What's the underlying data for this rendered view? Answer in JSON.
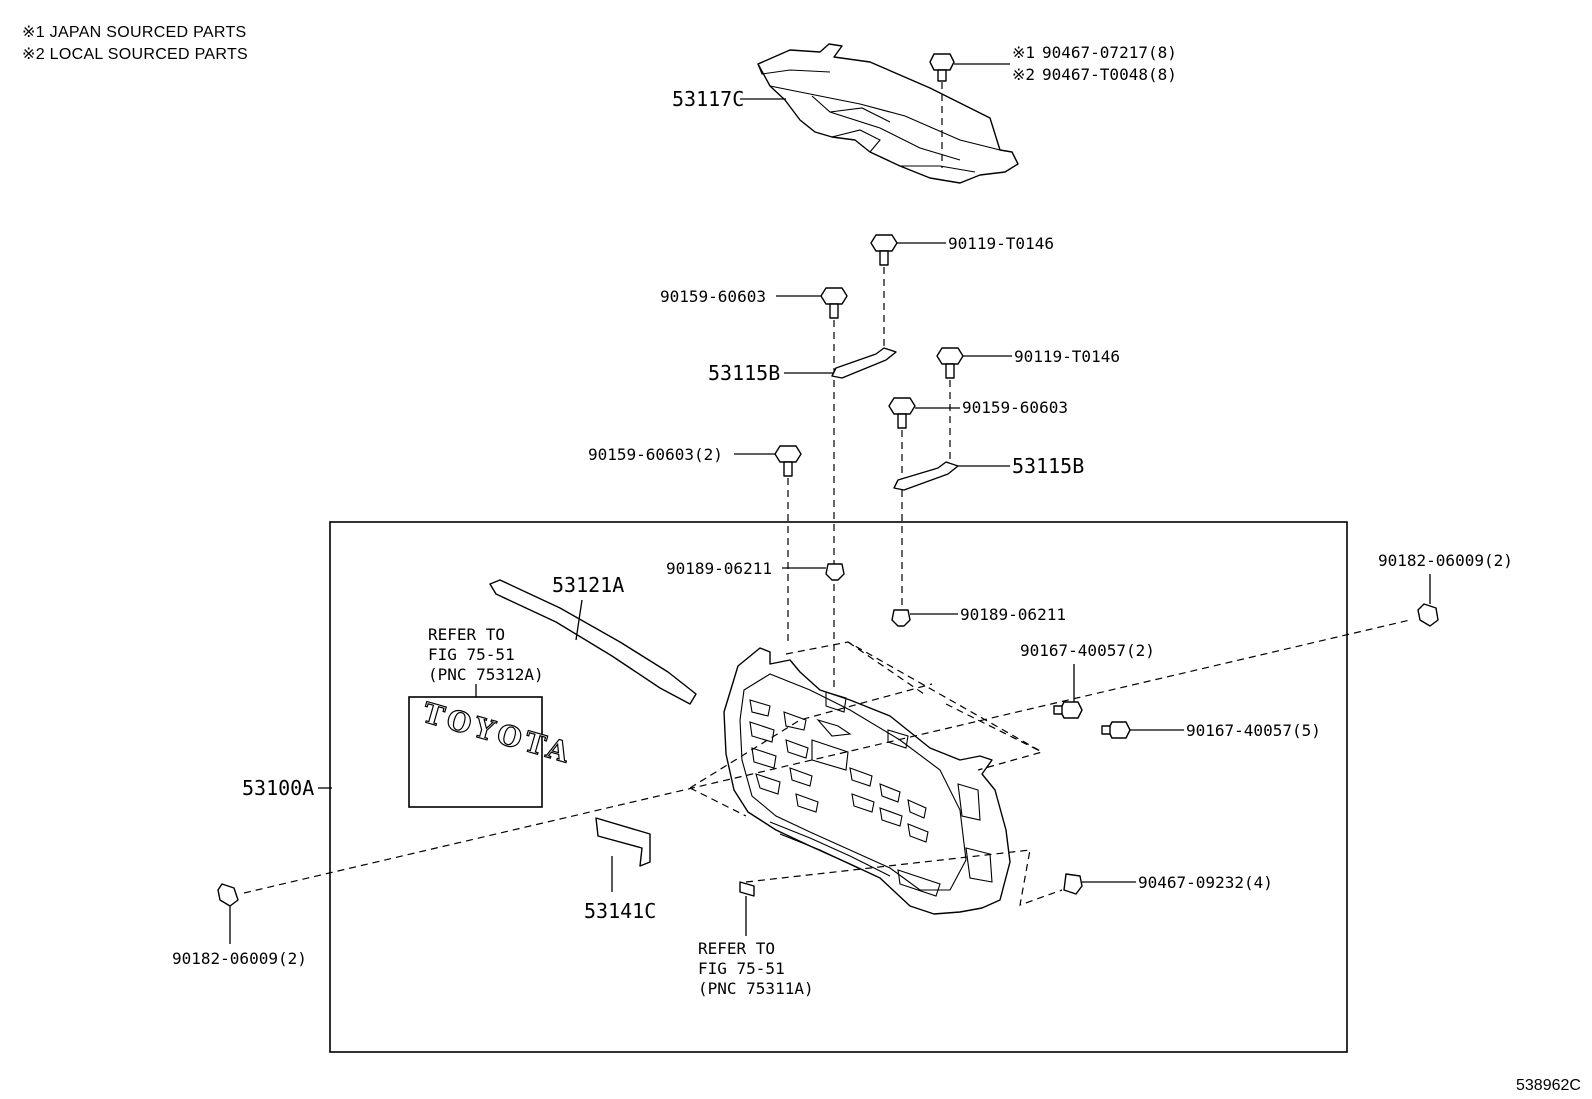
{
  "notes": [
    "※1 JAPAN SOURCED PARTS",
    "※2 LOCAL SOURCED PARTS"
  ],
  "figure_id": "538962C",
  "parts": {
    "undercover": "53117C",
    "bolt_90467_a": "90467-07217(8)",
    "bolt_90467_a_mark": "※1",
    "bolt_90467_b": "90467-T0048(8)",
    "bolt_90467_b_mark": "※2",
    "bolt_90119_upper": "90119-T0146",
    "bolt_90159_left": "90159-60603",
    "bracket_left": "53115B",
    "bolt_90119_right": "90119-T0146",
    "bolt_90159_right": "90159-60603",
    "bracket_right": "53115B",
    "bolt_90159_grille": "90159-60603(2)",
    "clip_90189_left": "90189-06211",
    "clip_90189_right": "90189-06211",
    "moulding": "53121A",
    "grille_assy": "53100A",
    "emblem_ref": [
      "REFER TO",
      "FIG 75-51",
      "(PNC 75312A)"
    ],
    "emblem_text": "TOYOTA",
    "insert": "53141C",
    "lower_ref": [
      "REFER TO",
      "FIG 75-51",
      "(PNC 75311A)"
    ],
    "nut_90182_right": "90182-06009(2)",
    "nut_90182_left": "90182-06009(2)",
    "nut_90167_a": "90167-40057(2)",
    "nut_90167_b": "90167-40057(5)",
    "screw_90467": "90467-09232(4)"
  }
}
